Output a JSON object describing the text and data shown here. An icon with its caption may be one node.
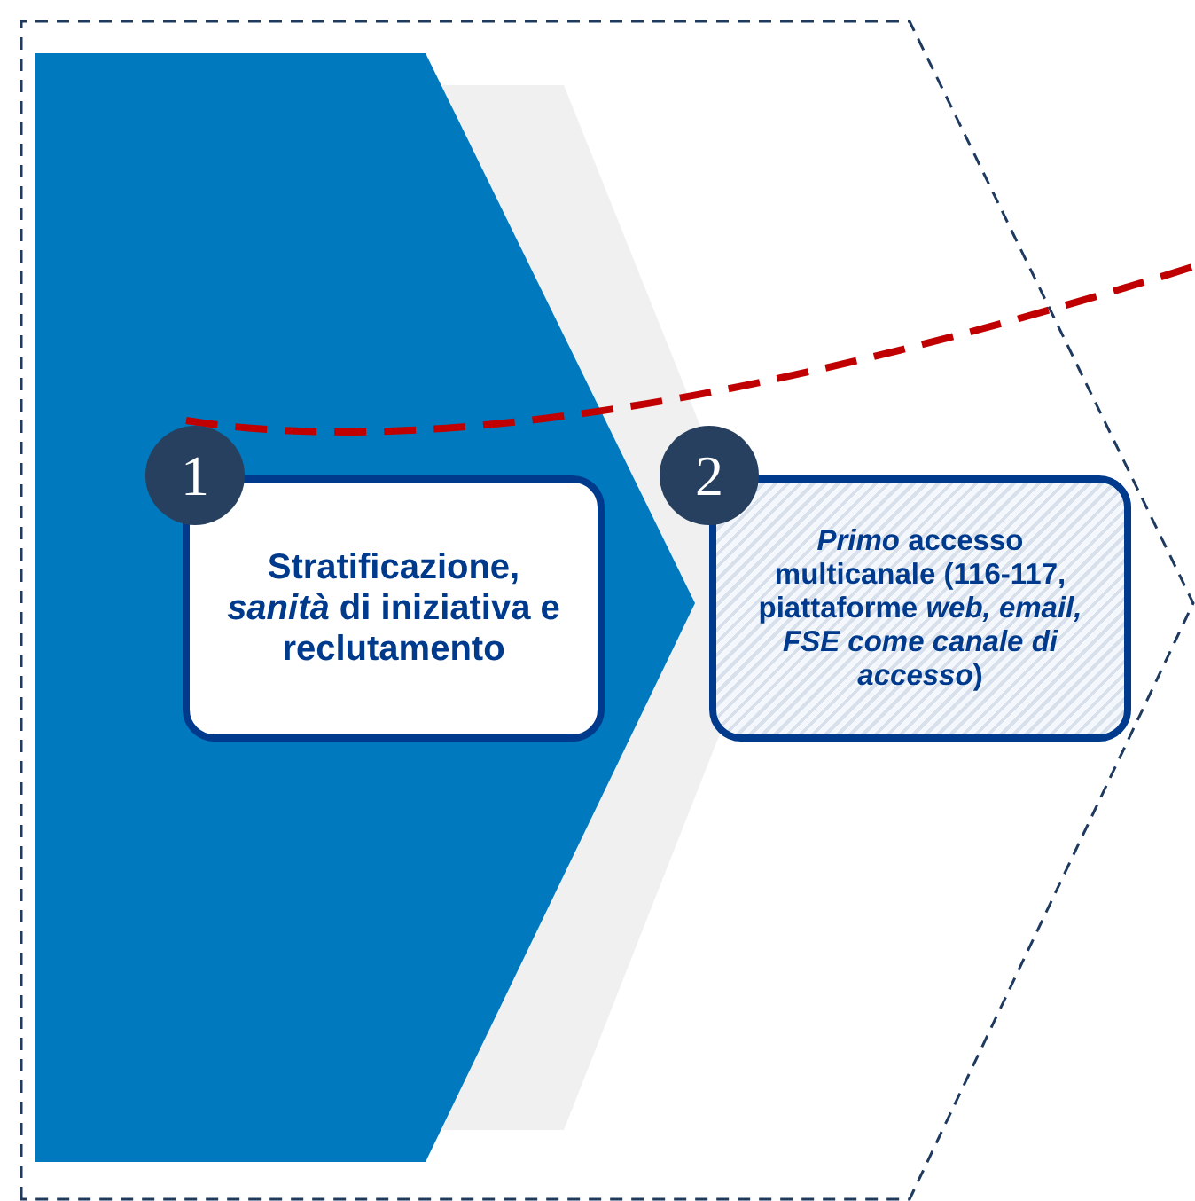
{
  "diagram": {
    "nodes": [
      {
        "text": [
          "1"
        ]
      },
      {
        "text": [
          "Stratificazione, *sanità* di iniziativa e reclutamento"
        ]
      },
      {
        "text": [
          "2"
        ]
      },
      {
        "text": [
          "*Primo* accesso multicanale (116-117, piattaforme *web, email, FSE come canale di accesso*)"
        ]
      }
    ]
  }
}
